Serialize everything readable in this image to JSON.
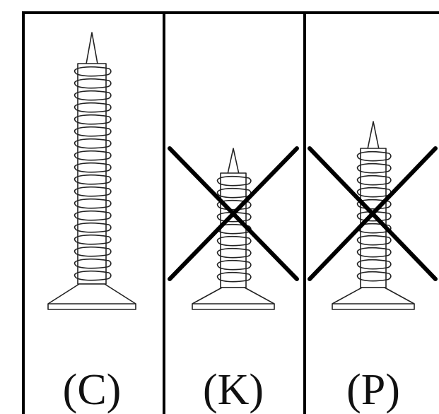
{
  "panels": [
    {
      "id": "c",
      "label": "(C)",
      "allowed": true,
      "screw": "long"
    },
    {
      "id": "k",
      "label": "(K)",
      "allowed": false,
      "screw": "short"
    },
    {
      "id": "p",
      "label": "(P)",
      "allowed": false,
      "screw": "medium"
    }
  ],
  "colors": {
    "line": "#000000",
    "background": "#ffffff"
  }
}
